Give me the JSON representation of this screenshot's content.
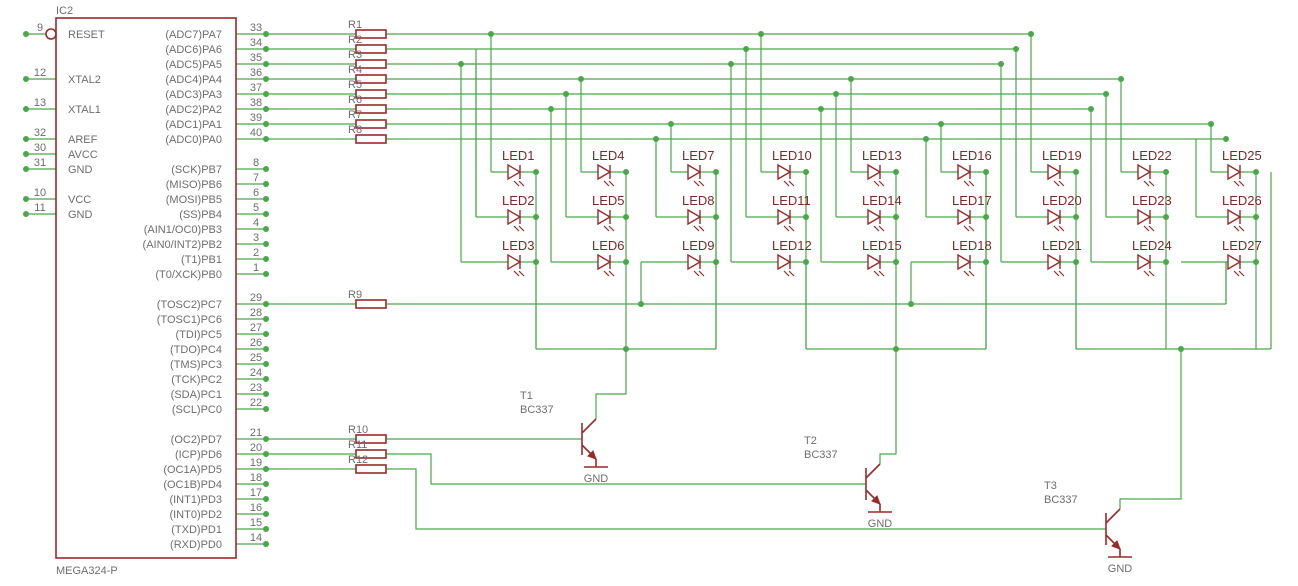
{
  "ic": {
    "name": "IC2",
    "part": "MEGA324-P",
    "left_pins": [
      {
        "num": "9",
        "label": "RESET"
      },
      {
        "num": "12",
        "label": "XTAL2"
      },
      {
        "num": "13",
        "label": "XTAL1"
      },
      {
        "num": "32",
        "label": "AREF"
      },
      {
        "num": "30",
        "label": "AVCC"
      },
      {
        "num": "31",
        "label": "GND"
      },
      {
        "num": "10",
        "label": "VCC"
      },
      {
        "num": "11",
        "label": "GND"
      }
    ],
    "right_pins": [
      {
        "num": "33",
        "label": "(ADC7)PA7"
      },
      {
        "num": "34",
        "label": "(ADC6)PA6"
      },
      {
        "num": "35",
        "label": "(ADC5)PA5"
      },
      {
        "num": "36",
        "label": "(ADC4)PA4"
      },
      {
        "num": "37",
        "label": "(ADC3)PA3"
      },
      {
        "num": "38",
        "label": "(ADC2)PA2"
      },
      {
        "num": "39",
        "label": "(ADC1)PA1"
      },
      {
        "num": "40",
        "label": "(ADC0)PA0"
      },
      {
        "num": "8",
        "label": "(SCK)PB7"
      },
      {
        "num": "7",
        "label": "(MISO)PB6"
      },
      {
        "num": "6",
        "label": "(MOSI)PB5"
      },
      {
        "num": "5",
        "label": "(SS)PB4"
      },
      {
        "num": "4",
        "label": "(AIN1/OC0)PB3"
      },
      {
        "num": "3",
        "label": "(AIN0/INT2)PB2"
      },
      {
        "num": "2",
        "label": "(T1)PB1"
      },
      {
        "num": "1",
        "label": "(T0/XCK)PB0"
      },
      {
        "num": "29",
        "label": "(TOSC2)PC7"
      },
      {
        "num": "28",
        "label": "(TOSC1)PC6"
      },
      {
        "num": "27",
        "label": "(TDI)PC5"
      },
      {
        "num": "26",
        "label": "(TDO)PC4"
      },
      {
        "num": "25",
        "label": "(TMS)PC3"
      },
      {
        "num": "24",
        "label": "(TCK)PC2"
      },
      {
        "num": "23",
        "label": "(SDA)PC1"
      },
      {
        "num": "22",
        "label": "(SCL)PC0"
      },
      {
        "num": "21",
        "label": "(OC2)PD7"
      },
      {
        "num": "20",
        "label": "(ICP)PD6"
      },
      {
        "num": "19",
        "label": "(OC1A)PD5"
      },
      {
        "num": "18",
        "label": "(OC1B)PD4"
      },
      {
        "num": "17",
        "label": "(INT1)PD3"
      },
      {
        "num": "16",
        "label": "(INT0)PD2"
      },
      {
        "num": "15",
        "label": "(TXD)PD1"
      },
      {
        "num": "14",
        "label": "(RXD)PD0"
      }
    ]
  },
  "resistors": [
    "R1",
    "R2",
    "R3",
    "R4",
    "R5",
    "R6",
    "R7",
    "R8",
    "R9",
    "R10",
    "R11",
    "R12"
  ],
  "leds": [
    "LED1",
    "LED2",
    "LED3",
    "LED4",
    "LED5",
    "LED6",
    "LED7",
    "LED8",
    "LED9",
    "LED10",
    "LED11",
    "LED12",
    "LED13",
    "LED14",
    "LED15",
    "LED16",
    "LED17",
    "LED18",
    "LED19",
    "LED20",
    "LED21",
    "LED22",
    "LED23",
    "LED24",
    "LED25",
    "LED26",
    "LED27"
  ],
  "transistors": [
    {
      "name": "T1",
      "part": "BC337",
      "gnd": "GND"
    },
    {
      "name": "T2",
      "part": "BC337",
      "gnd": "GND"
    },
    {
      "name": "T3",
      "part": "BC337",
      "gnd": "GND"
    }
  ],
  "colors": {
    "wire": "#4aa84a",
    "component": "#9a2a2a",
    "text": "#6e6e6e"
  }
}
